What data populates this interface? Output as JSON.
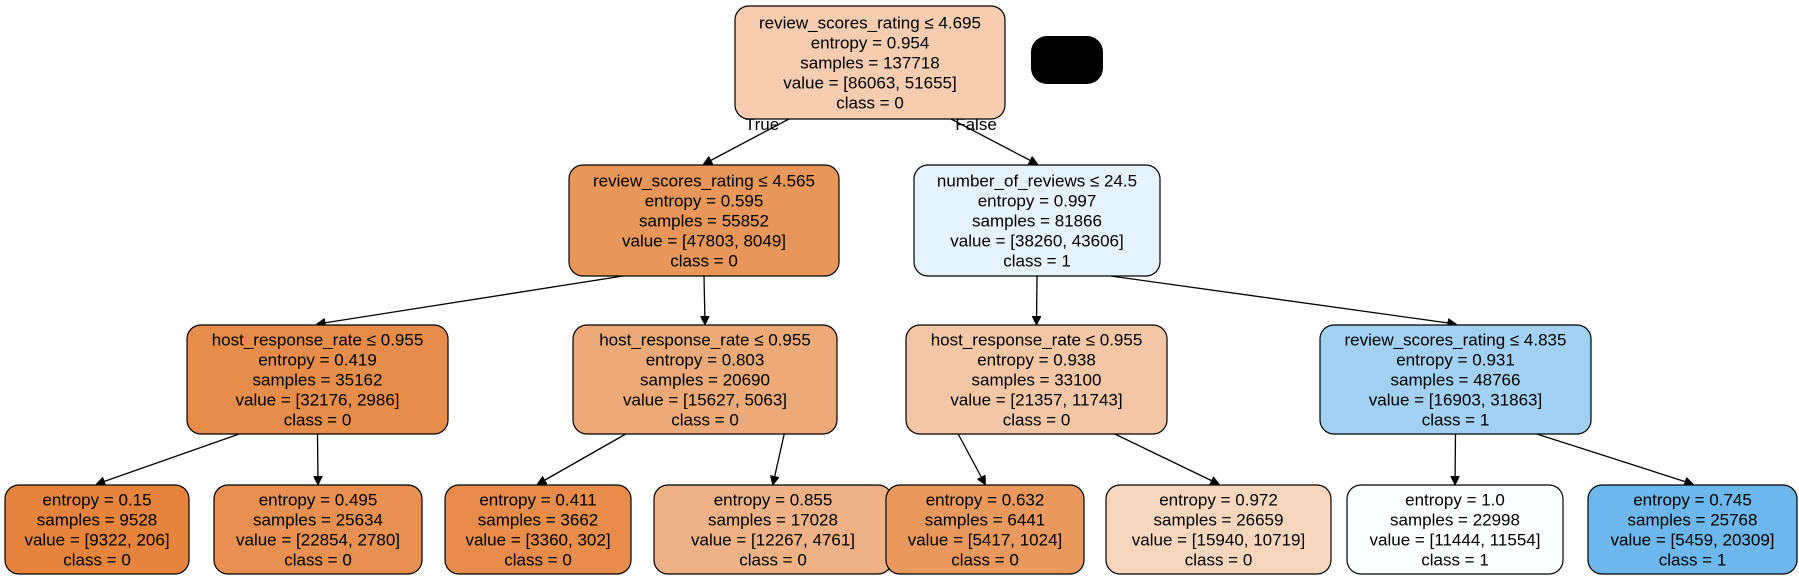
{
  "nodes": [
    {
      "id": "n0",
      "lines": [
        "review_scores_rating ≤ 4.695",
        "entropy = 0.954",
        "samples = 137718",
        "value = [86063, 51655]",
        "class = 0"
      ],
      "fill": "#f6cdb0"
    },
    {
      "id": "n1",
      "lines": [
        "review_scores_rating ≤ 4.565",
        "entropy = 0.595",
        "samples = 55852",
        "value = [47803, 8049]",
        "class = 0"
      ],
      "fill": "#e9965a"
    },
    {
      "id": "n2",
      "lines": [
        "number_of_reviews ≤ 24.5",
        "entropy = 0.997",
        "samples = 81866",
        "value = [38260, 43606]",
        "class = 1"
      ],
      "fill": "#e7f3fc"
    },
    {
      "id": "n3",
      "lines": [
        "host_response_rate ≤ 0.955",
        "entropy = 0.419",
        "samples = 35162",
        "value = [32176, 2986]",
        "class = 0"
      ],
      "fill": "#e78d4b"
    },
    {
      "id": "n4",
      "lines": [
        "host_response_rate ≤ 0.955",
        "entropy = 0.803",
        "samples = 20690",
        "value = [15627, 5063]",
        "class = 0"
      ],
      "fill": "#edaa79"
    },
    {
      "id": "n5",
      "lines": [
        "host_response_rate ≤ 0.955",
        "entropy = 0.938",
        "samples = 33100",
        "value = [21357, 11743]",
        "class = 0"
      ],
      "fill": "#f3c6a6"
    },
    {
      "id": "n6",
      "lines": [
        "review_scores_rating ≤ 4.835",
        "entropy = 0.931",
        "samples = 48766",
        "value = [16903, 31863]",
        "class = 1"
      ],
      "fill": "#a2d1f3"
    },
    {
      "id": "n7",
      "lines": [
        "entropy = 0.15",
        "samples = 9528",
        "value = [9322, 206]",
        "class = 0"
      ],
      "fill": "#e6843d"
    },
    {
      "id": "n8",
      "lines": [
        "entropy = 0.495",
        "samples = 25634",
        "value = [22854, 2780]",
        "class = 0"
      ],
      "fill": "#e89051"
    },
    {
      "id": "n9",
      "lines": [
        "entropy = 0.411",
        "samples = 3662",
        "value = [3360, 302]",
        "class = 0"
      ],
      "fill": "#e78c4b"
    },
    {
      "id": "n10",
      "lines": [
        "entropy = 0.855",
        "samples = 17028",
        "value = [12267, 4761]",
        "class = 0"
      ],
      "fill": "#efb286"
    },
    {
      "id": "n11",
      "lines": [
        "entropy = 0.632",
        "samples = 6441",
        "value = [5417, 1024]",
        "class = 0"
      ],
      "fill": "#ea995e"
    },
    {
      "id": "n12",
      "lines": [
        "entropy = 0.972",
        "samples = 26659",
        "value = [15940, 10719]",
        "class = 0"
      ],
      "fill": "#f7d6be"
    },
    {
      "id": "n13",
      "lines": [
        "entropy = 1.0",
        "samples = 22998",
        "value = [11444, 11554]",
        "class = 1"
      ],
      "fill": "#fdfeff"
    },
    {
      "id": "n14",
      "lines": [
        "entropy = 0.745",
        "samples = 25768",
        "value = [5459, 20309]",
        "class = 1"
      ],
      "fill": "#6eb7ec"
    }
  ],
  "edges": [
    {
      "from": "n0",
      "to": "n1",
      "label": "True"
    },
    {
      "from": "n0",
      "to": "n2",
      "label": "False"
    },
    {
      "from": "n1",
      "to": "n3",
      "label": ""
    },
    {
      "from": "n1",
      "to": "n4",
      "label": ""
    },
    {
      "from": "n2",
      "to": "n5",
      "label": ""
    },
    {
      "from": "n2",
      "to": "n6",
      "label": ""
    },
    {
      "from": "n3",
      "to": "n7",
      "label": ""
    },
    {
      "from": "n3",
      "to": "n8",
      "label": ""
    },
    {
      "from": "n4",
      "to": "n9",
      "label": ""
    },
    {
      "from": "n4",
      "to": "n10",
      "label": ""
    },
    {
      "from": "n5",
      "to": "n11",
      "label": ""
    },
    {
      "from": "n5",
      "to": "n12",
      "label": ""
    },
    {
      "from": "n6",
      "to": "n13",
      "label": ""
    },
    {
      "from": "n6",
      "to": "n14",
      "label": ""
    }
  ],
  "legend_swatch_color": "#000000"
}
